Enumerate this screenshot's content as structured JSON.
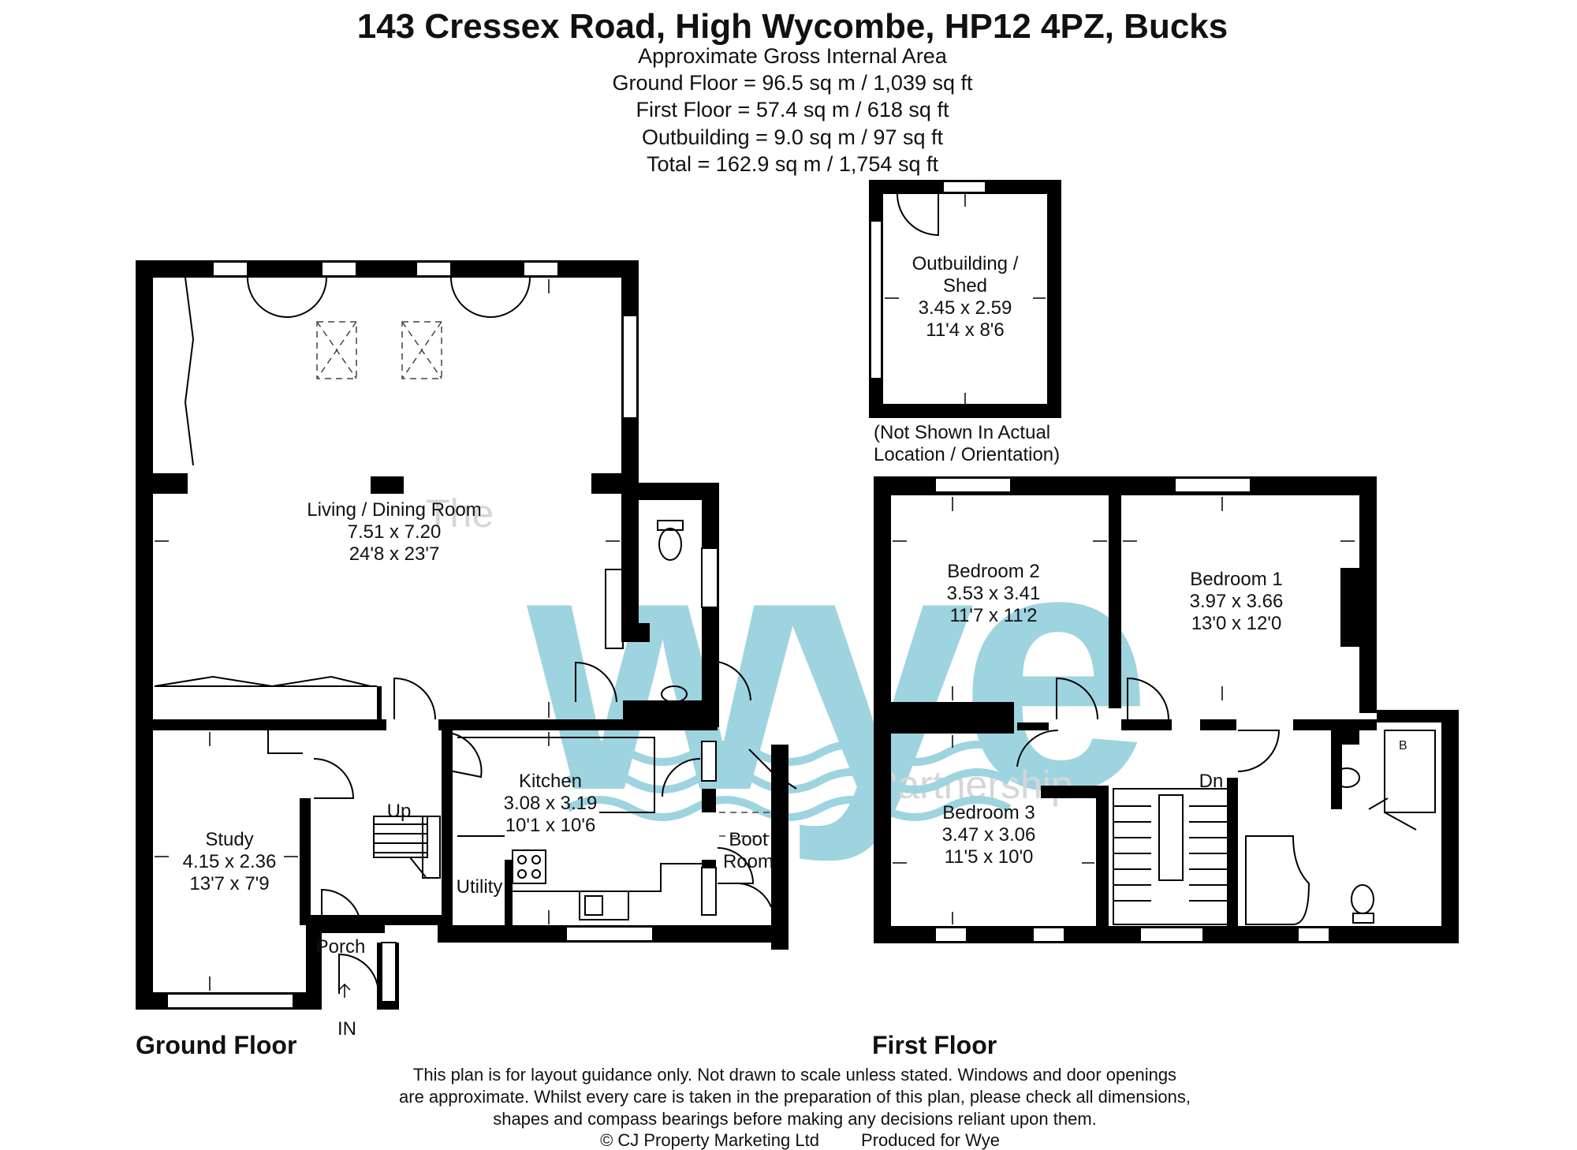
{
  "header": {
    "title": "143 Cressex Road, High Wycombe, HP12 4PZ, Bucks",
    "area_heading": "Approximate Gross Internal Area",
    "ground_floor_area": "Ground Floor = 96.5 sq m / 1,039 sq ft",
    "first_floor_area": "First Floor = 57.4 sq m / 618 sq ft",
    "outbuilding_area": "Outbuilding = 9.0 sq m / 97 sq ft",
    "total_area": "Total = 162.9 sq m / 1,754 sq ft"
  },
  "watermark": {
    "brand": "wye",
    "the": "The",
    "partnership": "Partnership",
    "color": "#7ec6d6"
  },
  "ground_floor": {
    "label": "Ground Floor",
    "living": {
      "name": "Living / Dining Room",
      "metric": "7.51 x 7.20",
      "imperial": "24'8 x 23'7"
    },
    "kitchen": {
      "name": "Kitchen",
      "metric": "3.08 x 3.19",
      "imperial": "10'1 x 10'6"
    },
    "study": {
      "name": "Study",
      "metric": "4.15 x 2.36",
      "imperial": "13'7 x 7'9"
    },
    "boot_room": {
      "line1": "Boot",
      "line2": "Room"
    },
    "utility": "Utility",
    "porch": "Porch",
    "up": "Up",
    "entrance": "IN"
  },
  "outbuilding": {
    "line1": "Outbuilding /",
    "line2": "Shed",
    "metric": "3.45 x 2.59",
    "imperial": "11'4 x 8'6",
    "note1": "(Not Shown In Actual",
    "note2": "Location / Orientation)"
  },
  "first_floor": {
    "label": "First Floor",
    "bedroom1": {
      "name": "Bedroom 1",
      "metric": "3.97 x 3.66",
      "imperial": "13'0 x 12'0"
    },
    "bedroom2": {
      "name": "Bedroom 2",
      "metric": "3.53 x 3.41",
      "imperial": "11'7 x 11'2"
    },
    "bedroom3": {
      "name": "Bedroom 3",
      "metric": "3.47 x 3.06",
      "imperial": "11'5 x 10'0"
    },
    "down": "Dn",
    "boiler": "B"
  },
  "footer": {
    "line1": "This plan is for layout guidance only. Not drawn to scale unless stated. Windows and door openings",
    "line2": "are approximate. Whilst every care is taken in the preparation of this plan, please check all dimensions,",
    "line3": "shapes and compass bearings before making any decisions reliant upon them.",
    "copyright": "© CJ Property Marketing Ltd",
    "produced": "Produced for Wye"
  }
}
